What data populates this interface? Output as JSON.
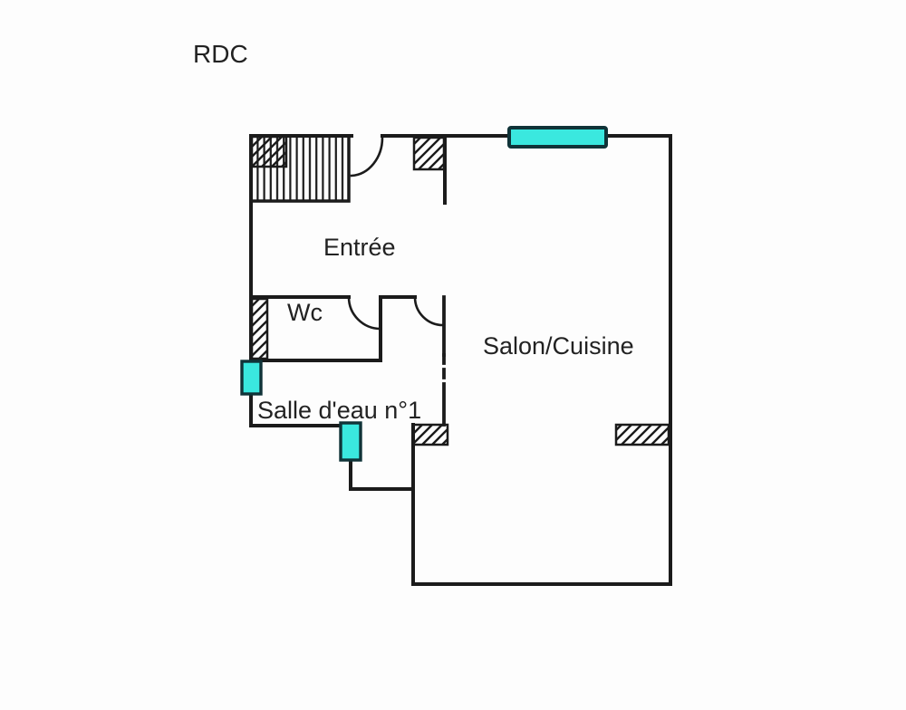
{
  "title": "RDC",
  "rooms": [
    {
      "name": "entree",
      "label": "Entrée"
    },
    {
      "name": "wc",
      "label": "Wc"
    },
    {
      "name": "salon-cuisine",
      "label": "Salon/Cuisine"
    },
    {
      "name": "salle-eau-n1",
      "label": "Salle d'eau n°1"
    }
  ],
  "colors": {
    "wall": "#1b1b1b",
    "text": "#222222",
    "window_fill": "#3ae8df",
    "window_border": "#103338",
    "background": "#fdfdfd"
  }
}
